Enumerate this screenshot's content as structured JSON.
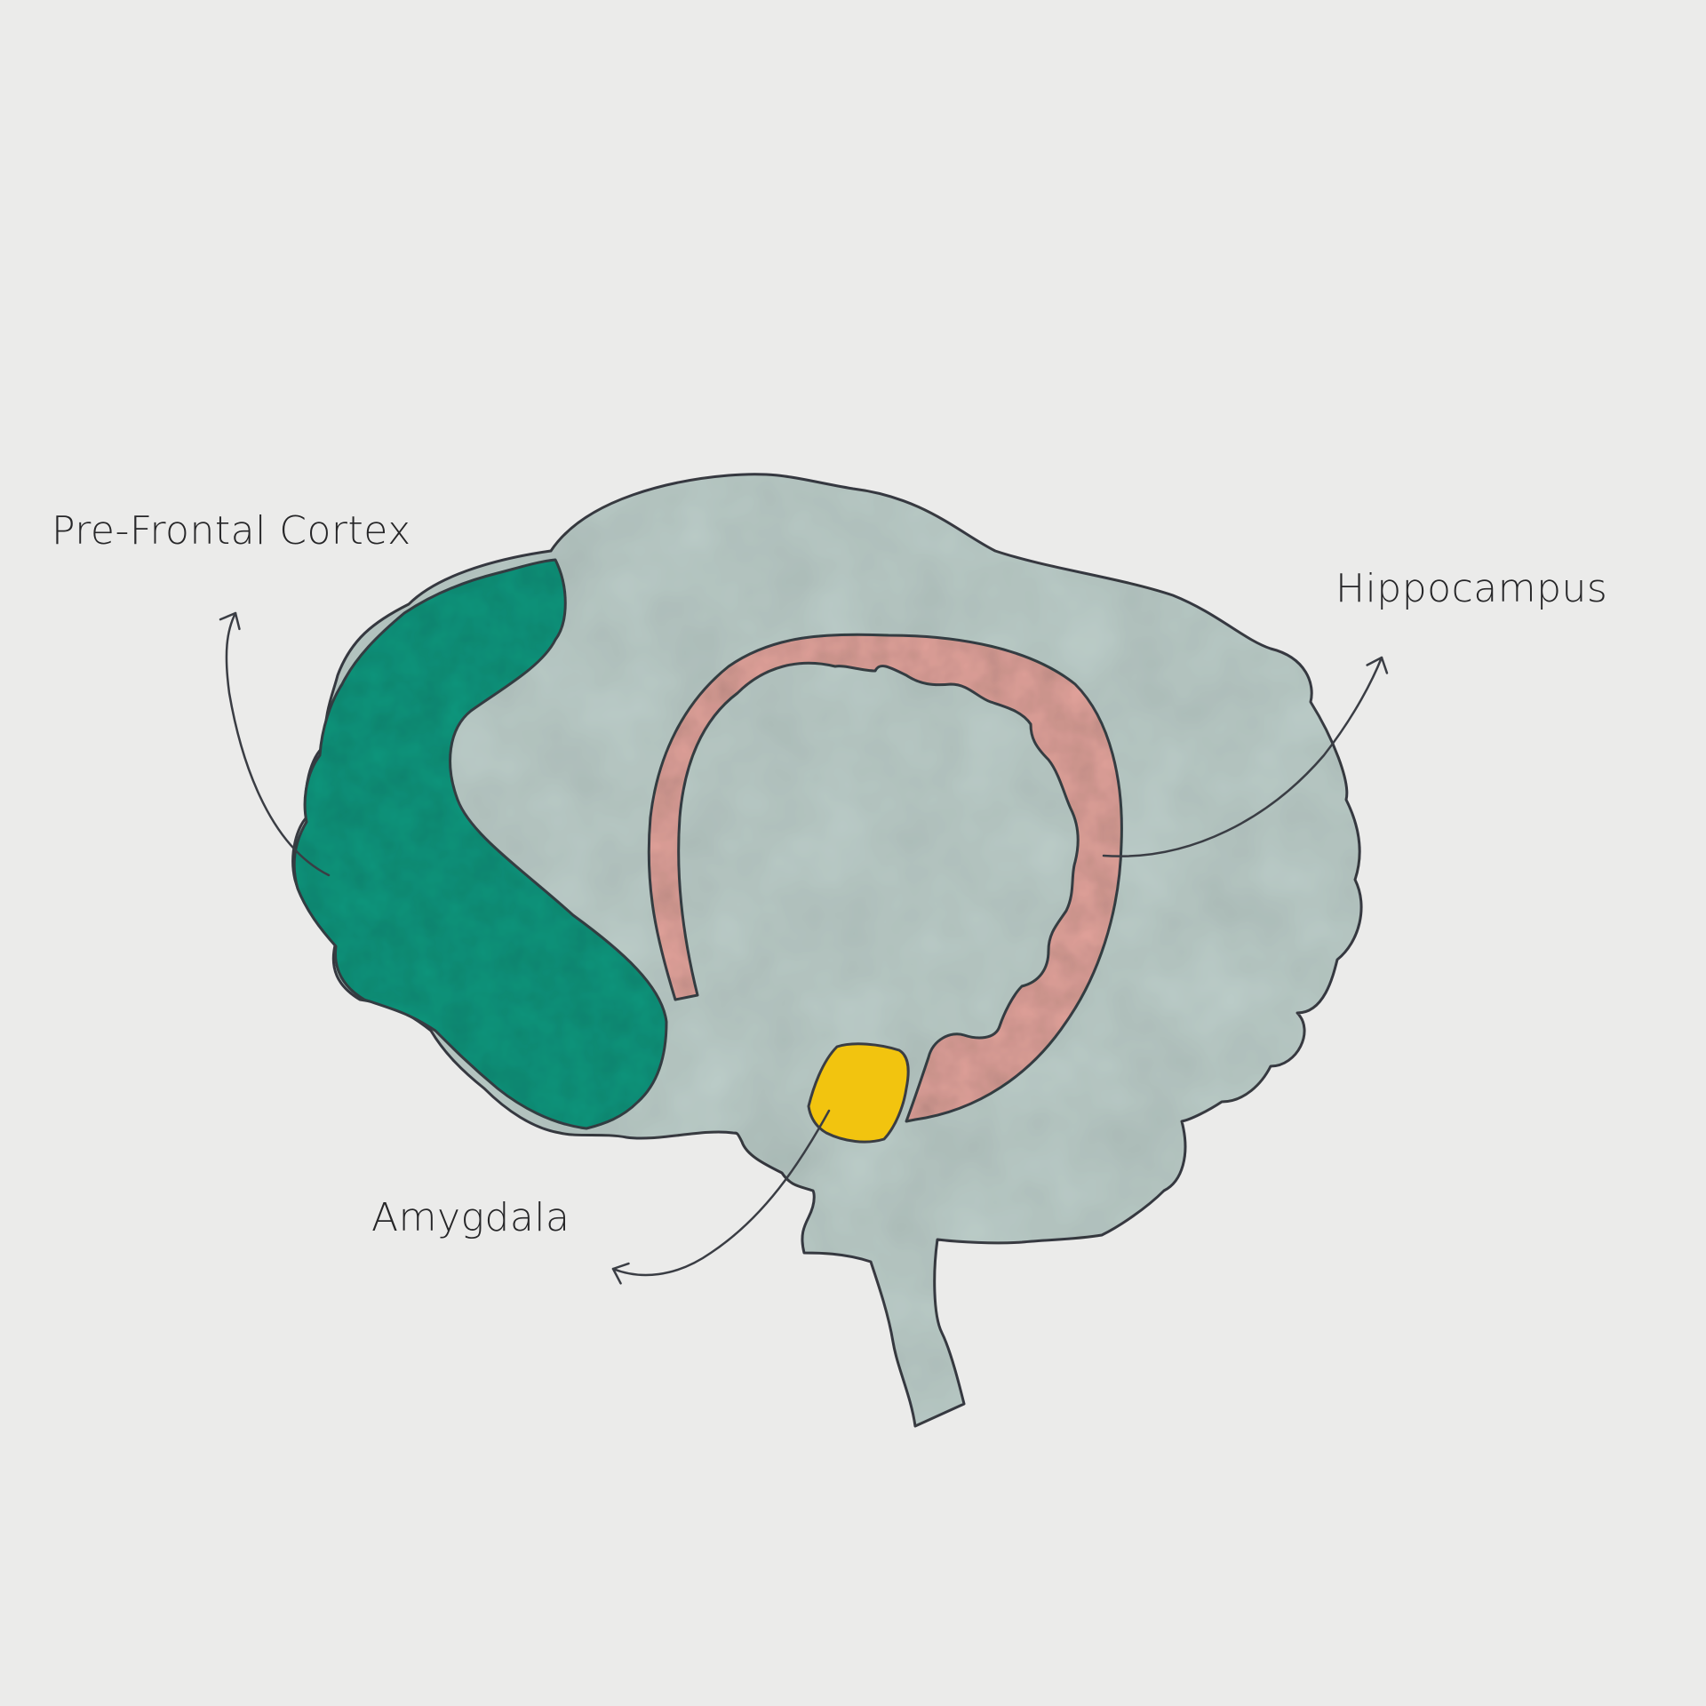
{
  "labels": {
    "prefrontal_cortex": "Pre-Frontal Cortex",
    "hippocampus": "Hippocampus",
    "amygdala": "Amygdala"
  },
  "colors": {
    "paper": "#ebebea",
    "brain_fill": "#bccdc9",
    "prefrontal_fill": "#17977e",
    "hippocampus_fill": "#e3a39b",
    "amygdala_fill": "#f2c40f",
    "outline": "#3a3d44",
    "text": "#262628"
  }
}
